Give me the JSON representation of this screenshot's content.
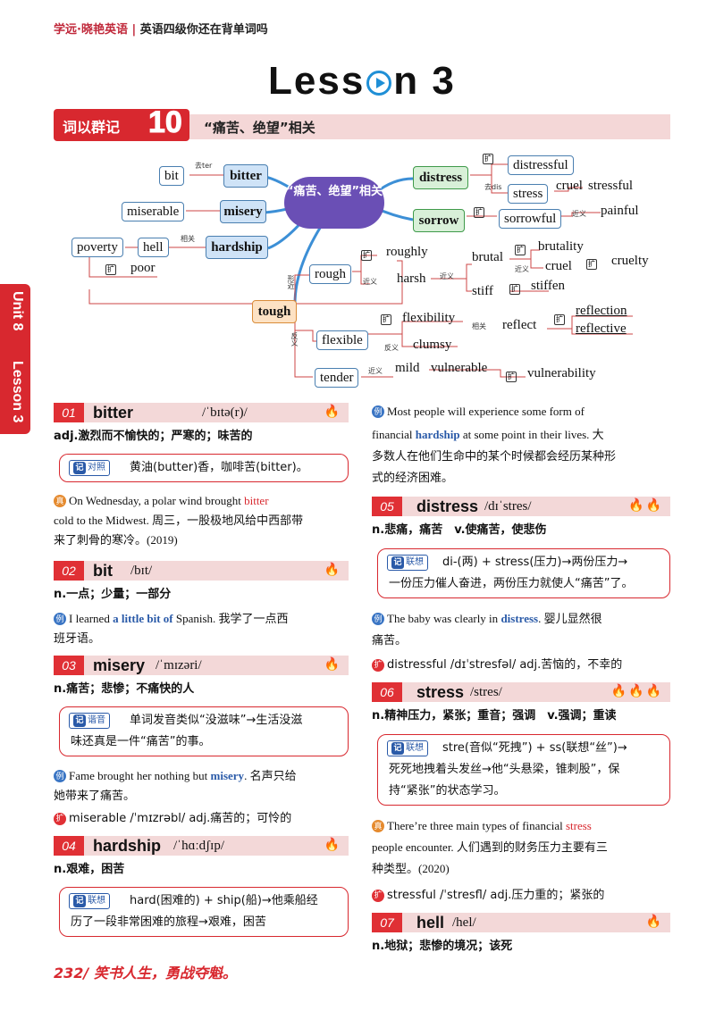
{
  "header": {
    "brand": "学远·晓艳英语",
    "book": "英语四级你还在背单词吗"
  },
  "lesson": {
    "title_pre": "Less",
    "title_post": "n 3"
  },
  "group": {
    "label": "词以群记",
    "number": "10",
    "topic": "“痛苦、绝望”相关"
  },
  "side_tab": {
    "unit": "Unit 8",
    "lesson": "Lesson 3"
  },
  "mindmap": {
    "center": "“痛苦、绝望”相关",
    "hubs": {
      "bitter": "bitter",
      "misery": "misery",
      "hardship": "hardship",
      "distress": "distress",
      "sorrow": "sorrow",
      "tough": "tough"
    },
    "words": {
      "bit": "bit",
      "miserable": "miserable",
      "poverty": "poverty",
      "hell": "hell",
      "poor": "poor",
      "distressful": "distressful",
      "stress": "stress",
      "stressful": "stressful",
      "sorrowful": "sorrowful",
      "painful": "painful",
      "cruel": "cruel",
      "rough": "rough",
      "roughly": "roughly",
      "harsh": "harsh",
      "brutal": "brutal",
      "brutality": "brutality",
      "cruelty": "cruelty",
      "stiff": "stiff",
      "stiffen": "stiffen",
      "flexible": "flexible",
      "flexibility": "flexibility",
      "reflect": "reflect",
      "reflection": "reflection",
      "reflective": "reflective",
      "clumsy": "clumsy",
      "tender": "tender",
      "mild": "mild",
      "vulnerable": "vulnerable",
      "vulnerability": "vulnerability"
    },
    "tags": {
      "remove_ter": "去ter",
      "remove_dis": "去dis",
      "related": "相关",
      "synonym": "近义",
      "antonym": "反义",
      "form_near": "形近",
      "expand": "扩"
    }
  },
  "entries": [
    {
      "num": "01",
      "word": "bitter",
      "ipa": "/ˈbɪtə(r)/",
      "fires": "🔥",
      "pos": "adj.激烈而不愉快的；严寒的；味苦的",
      "memo_tag": "对照",
      "memo": [
        "黄油(butter)香，咖啡苦(bitter)。"
      ],
      "example": [
        "On Wednesday, a polar wind brought",
        "bitter",
        "cold to the Midwest. 周三，一股极地风给中西部带",
        "来了刺骨的寒冷。(2019)"
      ]
    },
    {
      "num": "02",
      "word": "bit",
      "ipa": "/bɪt/",
      "fires": "🔥",
      "pos": "n.一点；少量；一部分",
      "example": [
        "I learned",
        "a little bit of",
        "Spanish. 我学了一点西",
        "班牙语。"
      ]
    },
    {
      "num": "03",
      "word": "misery",
      "ipa": "/ˈmɪzəri/",
      "fires": "🔥",
      "pos": "n.痛苦；悲惨；不痛快的人",
      "memo_tag": "谐音",
      "memo": [
        "单词发音类似“没滋味”→生活没滋",
        "味还真是一件“痛苦”的事。"
      ],
      "example": [
        "Fame brought her nothing but",
        "misery",
        ". 名声只给",
        "她带来了痛苦。"
      ],
      "derived": "miserable /ˈmɪzrəbl/ adj.痛苦的；可怜的"
    },
    {
      "num": "04",
      "word": "hardship",
      "ipa": "/ˈhɑːdʃɪp/",
      "fires": "🔥",
      "pos": "n.艰难，困苦",
      "memo_tag": "联想",
      "memo": [
        "hard(困难的) + ship(船)→他乘船经",
        "历了一段非常困难的旅程→艰难，困苦"
      ],
      "example": [
        "Most people will experience some form of",
        "financial",
        "hardship",
        "at some point in their lives. 大",
        "多数人在他们生命中的某个时候都会经历某种形",
        "式的经济困难。"
      ]
    },
    {
      "num": "05",
      "word": "distress",
      "ipa": "/dɪˈstres/",
      "fires": "🔥🔥",
      "pos": "n.悲痛，痛苦　v.使痛苦，使悲伤",
      "memo_tag": "联想",
      "memo": [
        "di-(两) + stress(压力)→两份压力→",
        "一份压力催人奋进，两份压力就使人“痛苦”了。"
      ],
      "example": [
        "The baby was clearly in",
        "distress",
        ". 婴儿显然很",
        "痛苦。"
      ],
      "derived": "distressful /dɪˈstresfəl/ adj.苦恼的，不幸的"
    },
    {
      "num": "06",
      "word": "stress",
      "ipa": "/stres/",
      "fires": "🔥🔥🔥",
      "pos": "n.精神压力，紧张；重音；强调　v.强调；重读",
      "memo_tag": "联想",
      "memo": [
        "stre(音似“死拽”) + ss(联想“丝”)→",
        "死死地拽着头发丝→他“头悬梁，锥刺股”，保",
        "持“紧张”的状态学习。"
      ],
      "example": [
        "There’re three main types of financial",
        "stress",
        "people encounter. 人们遇到的财务压力主要有三",
        "种类型。(2020)"
      ],
      "derived": "stressful /ˈstresfl/ adj.压力重的；紧张的"
    },
    {
      "num": "07",
      "word": "hell",
      "ipa": "/hel/",
      "fires": "🔥",
      "pos": "n.地狱；悲惨的境况；该死"
    }
  ],
  "footer": {
    "page": "232",
    "motto": "笑书人生，勇战夺魁。"
  }
}
